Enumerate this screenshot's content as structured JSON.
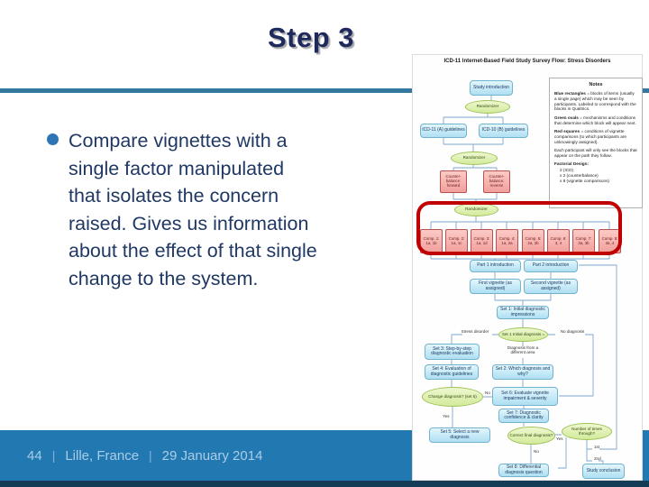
{
  "slide": {
    "title": "Step 3",
    "bullet_text": "Compare vignettes with a\nsingle factor manipulated\nthat isolates the concern\nraised. Gives us information\nabout the effect of that single\nchange to the system.",
    "footer": {
      "page_number": "44",
      "separator": "|",
      "location": "Lille, France",
      "date": "29 January 2014"
    }
  },
  "diagram": {
    "title": "ICD-11 Internet-Based Field Study Survey Flow: Stress Disorders",
    "nodes": {
      "study_intro": "Study introduction",
      "randomizer": "Randomizer",
      "icd11": "ICD-11 (A) guidelines",
      "icd10": "ICD-10 (B) guidelines",
      "cb_forward": "Counter-balance: forward",
      "cb_reverse": "Counter-balance: reverse",
      "part1": "Part 1 introduction",
      "part2": "Part 2 introduction",
      "first_vignette": "First vignette (as assigned)",
      "second_vignette": "Second vignette (as assigned)",
      "set1": "Set 1: Initial diagnostic impressions",
      "initial_diag": "Set 1 Initial diagnosis =",
      "stress_disorder": "Stress disorder",
      "no_diagnosis": "No diagnosis",
      "diff_area": "Diagnosis from a different area",
      "set3": "Set 3: Step-by-step diagnostic evaluation",
      "set4": "Set 4: Evaluation of diagnostic guidelines",
      "set2": "Set 2: Which diagnosis and why?",
      "change_diag": "Change diagnosis? (set 5)",
      "set6": "Set 6: Evaluate vignette impairment & severity",
      "set7": "Set 7: Diagnostic confidence & clarity",
      "set5": "Set 5: Select a new diagnosis",
      "correct_final": "Correct final diagnosis?",
      "times_through": "Number of times through?",
      "set8": "Set 8: Differential diagnosis question",
      "conclusion": "Study conclusion",
      "yes": "Yes",
      "no": "No",
      "first": "1st",
      "second": "2nd"
    },
    "comps": [
      {
        "t": "Comp. 1:",
        "p": "1a, 1b"
      },
      {
        "t": "Comp. 2:",
        "p": "1a, 1c"
      },
      {
        "t": "Comp. 3:",
        "p": "1a, 1d"
      },
      {
        "t": "Comp. 4:",
        "p": "1a, 2a"
      },
      {
        "t": "Comp. 5:",
        "p": "2a, 2b"
      },
      {
        "t": "Comp. 6:",
        "p": "3, 4"
      },
      {
        "t": "Comp. 7:",
        "p": "3a, 3b"
      },
      {
        "t": "Comp. 8:",
        "p": "3a, 4"
      }
    ],
    "notes": {
      "heading": "Notes",
      "paragraphs": [
        {
          "lead": "Blue rectangles",
          "rest": " = blocks of items (usually a single page) which may be seen by participants. Labeled to correspond with the blocks in Qualtrics."
        },
        {
          "lead": "Green ovals",
          "rest": " = mechanisms and conditions that determine which block will appear next."
        },
        {
          "lead": "Red squares",
          "rest": " = conditions of vignette comparisons (to which participants are unknowingly assigned)."
        },
        {
          "lead": "",
          "rest": "Each participant will only see the blocks that appear on the path they follow."
        }
      ],
      "factorial_heading": "Factorial Design:",
      "factorial_items": [
        "2 (ICD)",
        "x  2 (counterbalance)",
        "x  8 (vignette comparisons)"
      ]
    }
  }
}
